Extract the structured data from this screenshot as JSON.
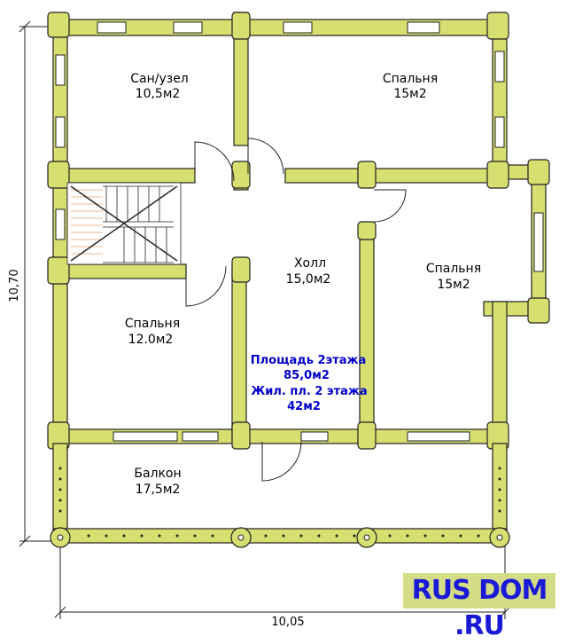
{
  "rooms": {
    "bathroom": {
      "name": "Сан/узел",
      "area": "10,5м2"
    },
    "bedroom_top_right": {
      "name": "Спальня",
      "area": "15м2"
    },
    "hall": {
      "name": "Холл",
      "area": "15,0м2"
    },
    "bedroom_right": {
      "name": "Спальня",
      "area": "15м2"
    },
    "bedroom_left": {
      "name": "Спальня",
      "area": "12.0м2"
    },
    "balcony": {
      "name": "Балкон",
      "area": "17,5м2"
    }
  },
  "summary": {
    "line1": "Площадь 2этажа",
    "line2": "85,0м2",
    "line3": "Жил. пл. 2 этажа",
    "line4": "42м2"
  },
  "dimensions": {
    "width": "10,05",
    "height": "10,70"
  },
  "logo": {
    "text": "RUS DOM .RU"
  },
  "colors": {
    "wall": "#d6df6f",
    "summary_text": "#0000cc",
    "logo_text": "#1a1ad6"
  }
}
